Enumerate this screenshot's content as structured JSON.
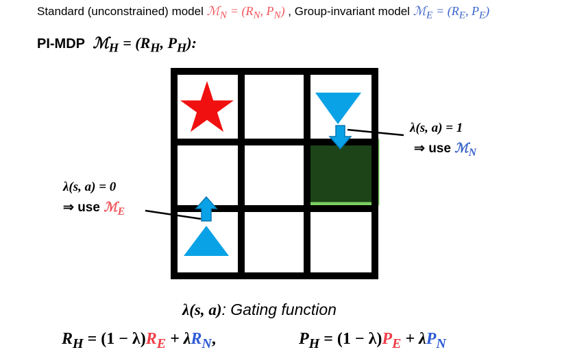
{
  "header": {
    "standard_label": "Standard (unconstrained) model",
    "standard_symbol": "ℳ",
    "standard_sub": "N",
    "standard_rhs": "= (R",
    "standard_rhs_sub1": "N",
    "standard_rhs_mid": ", P",
    "standard_rhs_sub2": "N",
    "standard_rhs_end": ")",
    "separator": ",",
    "invariant_label": "Group-invariant model",
    "invariant_symbol": "ℳ",
    "invariant_sub": "E",
    "invariant_rhs": "= (R",
    "invariant_rhs_sub1": "E",
    "invariant_rhs_mid": ", P",
    "invariant_rhs_sub2": "E",
    "invariant_rhs_end": ")"
  },
  "pimdp": {
    "label": "PI-MDP",
    "symbol": "ℳ",
    "sub": "H",
    "rhs": "= (R",
    "rhs_sub1": "H",
    "rhs_mid": ", P",
    "rhs_sub2": "H",
    "rhs_end": "):"
  },
  "annotations": {
    "right": {
      "lambda": "λ(s, a) = 1",
      "use_prefix": "⇒ use",
      "model_symbol": "ℳ",
      "model_sub": "N"
    },
    "left": {
      "lambda": "λ(s, a) = 0",
      "use_prefix": "⇒ use",
      "model_symbol": "ℳ",
      "model_sub": "E"
    }
  },
  "gating": {
    "symbol": "λ(s, a)",
    "text": ": Gating function"
  },
  "equations": {
    "reward": {
      "lhs": "R",
      "lhs_sub": "H",
      "mid": " = (1 − λ)",
      "term1": "R",
      "term1_sub": "E",
      "plus": " + λ",
      "term2": "R",
      "term2_sub": "N",
      "end": ","
    },
    "transition": {
      "lhs": "P",
      "lhs_sub": "H",
      "mid": " = (1 − λ)",
      "term1": "P",
      "term1_sub": "E",
      "plus": " + λ",
      "term2": "P",
      "term2_sub": "N"
    }
  },
  "colors": {
    "grid": "#000000",
    "star": "#f01010",
    "agent": "#0aa2e6",
    "goal_fill": "#1c4418",
    "goal_border": "#7ccf62",
    "red_math": "#f0555a",
    "blue_math": "#3a62c9"
  },
  "icons": [
    "star-icon",
    "agent-triangle-down-icon",
    "agent-triangle-up-icon",
    "arrow-down-icon",
    "arrow-up-icon"
  ]
}
